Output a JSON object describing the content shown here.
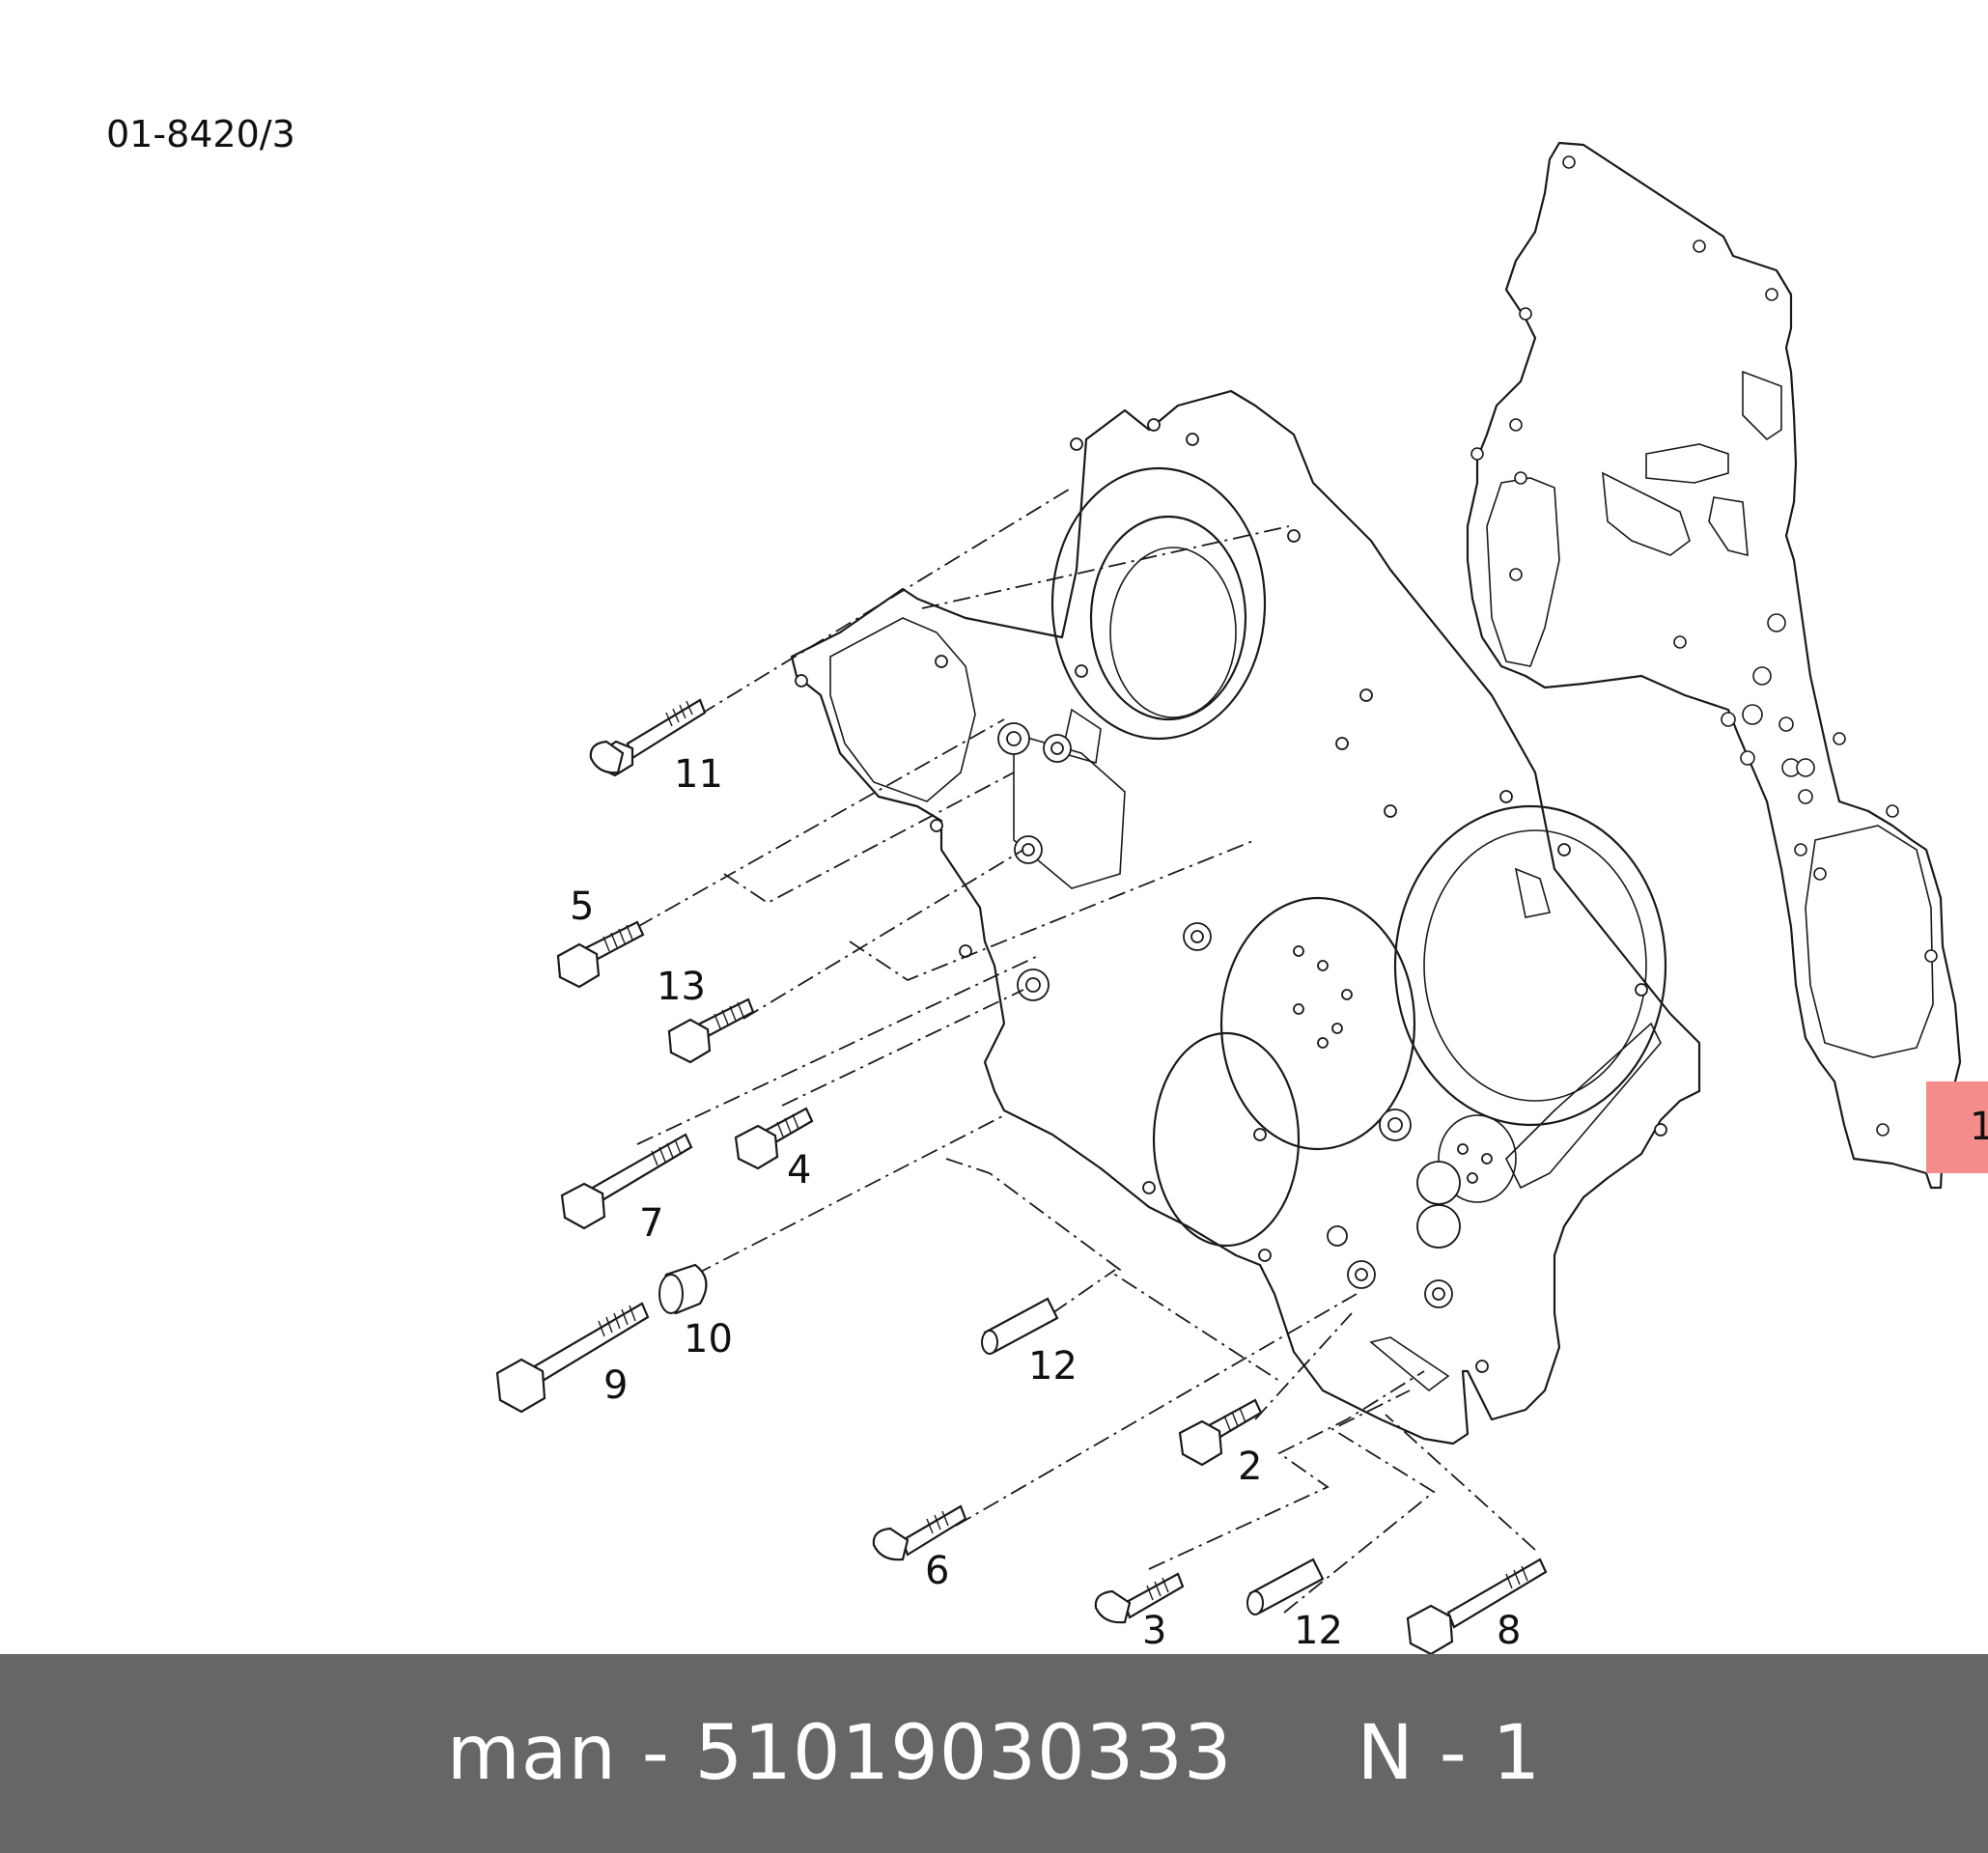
{
  "diagram": {
    "reference_code": "01-8420/3",
    "callouts": [
      "11",
      "5",
      "13",
      "7",
      "4",
      "10",
      "9",
      "12",
      "2",
      "6",
      "3",
      "12",
      "8",
      "1"
    ]
  },
  "footer": {
    "brand": "man",
    "separator": " - ",
    "part_number": "51019030333",
    "position_label": "N - 1"
  }
}
